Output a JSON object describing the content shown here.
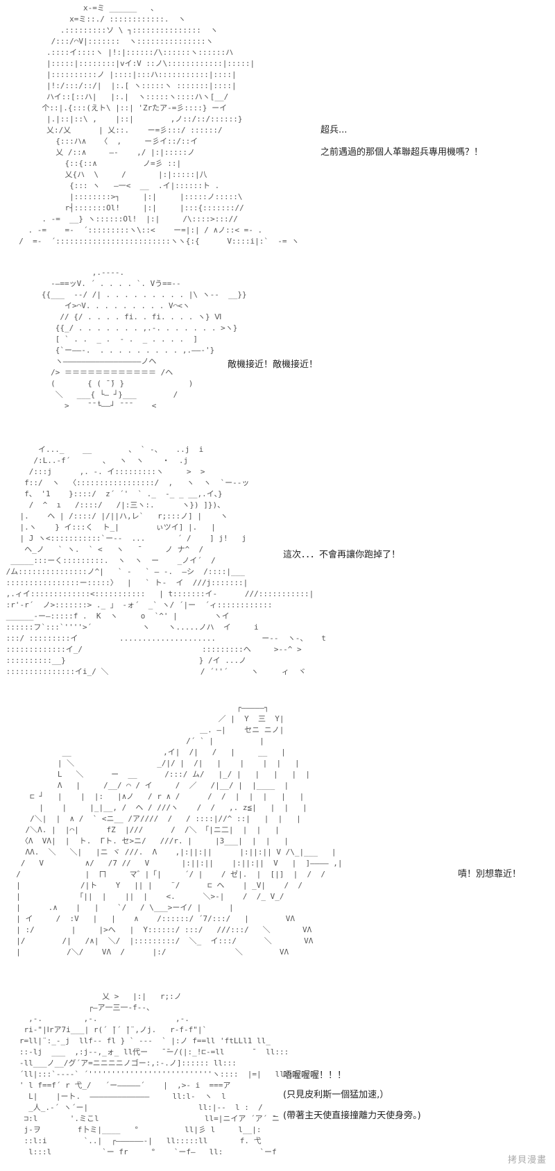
{
  "panels": [
    {
      "art": "                x-=ミ ______   、\n             x=ミ::./ ::::::::::::.  ヽ\n           .:::::::::ソ \\ ┐:::::::::::::::  ヽ\n         /:::/⌒V|:::::::  ヽ:::::::::::::::ヽ\n        .::::イ::::ヽ |!:|::::::/\\::::::ヽ::::::ハ\n        |:::::|::::::::|vイ:V ::ノ\\::::::::::::|:::::|\n        |::::::::::ノ |::::|:::ハ:::::::::::|::::|\n        |!:/:::/::/|  |:.[ ヽ:::::ヽ :::::::|::::|\n        ハイ::[::ハ|   |:.|  ヽ:::::ヽ::::ハヽ[__/\n       个::|.{:::(えト\\ |::| 'Zrたア-=彡::::} ーイ\n        |.|::|::\\ ,    |::|        ,ノ::/::/::::::}\n        乂:/乂      | 乂::.    ー=彡:::/ ::::::/\n          {:::ハ∧   〈  ,     ー彡イ::/::イ\n          乂 /::∧     ―-    ,/ |:|:::::ノ\n            {::{::∧          ノ=彡 ::|\n            乂{ハ  \\     /       |:|:::::|八\n             {::: ヽ   ―一<  __  .イ|::::::ト .\n             |::::::::>┐     |:|     |:::::ノ:::::\\\n            r┤:::::::Ol!     |:|     |:::{::::::://\n       . -=  __} ヽ::::::Ol!  |:|     /\\::::>::://\n    . -=    =-  ´:::::::::ヽ\\::<    ー=|:| / ∧ノ::< =- .\n  /  =-  ´:::::::::::::::::::::::::ヽヽ{:{      V::::i|:`  -= ヽ",
      "captions": [
        "超兵...",
        "之前遇過的那個人革聯超兵專用機嗎？！"
      ]
    },
    {
      "art": "              ,.----.\n     -―==ッV. ´ . . . . `. Vう==--\n   {{___  --/ /| . . . . . . . . . |\\ ヽ--  __}}\n        イ>⌒V. . . . . . . . . V⌒<ヽ\n       // {/ . . . . fi. . fi. . . . ヽ} Ⅵ\n      {{_/ . . . . . . . ,.-. . . . . . . >ヽ}\n      [ ` . .  _ .  - .  _ . . . .  ]\n      {`ー――-.  . . . . . . . . . ,.――-'}\n      ヽ―――――――――――――――――ノヘ\n     /> ＝＝＝＝＝＝＝＝＝＝＝＝ /ヘ\n     (       { ( ̄ ̄) }              )\n      ＼   ___{ └― ┘}___        /\n        >    ̄ ̄ ̄└――┘ ̄ ̄ ̄     <",
      "captions": [
        "敵機接近！敵機接近！"
      ]
    },
    {
      "art": "        イ..._    __        、 ` -、   ..j  i\n       /:L..-f´       、  ヽ  ヽ    ・  .j\n      /:::j      ,. -. イ:::::::::ヽ     >  >\n     f::/  ヽ  〈:::::::::::::::::/  ,   ヽ  ヽ  `ー--ッ\n     f、 '1    }::::/  z´ ´'  ` ._  -_ _ __,.イ、}\n      /  ^  ı   /::::/   /|:三ヽ:.      ヽ}) ]})、\n    |.    ヘ | /::::/ |/||ハ,レ`   r;:::ノ] |    ヽ\n    |.ヽ    } イ:::く  ト_|        ぃツイ] |.   |\n    | J ヽ<:::::::::::`ー--  ...       ´ /    ] j!   j\n     ヘ_ノ   ` ヽ.  ` <   ヽ   ̄      ノ ナ^  /\n  _____:::ーく:::::::::.  ヽ  ヽ  ー    _ノイ´  /\n /ム:::::::::::::::ノ^|   ` -   ` ― -.  ―シ  /::::|___\n ::::::::::::::::ー:::::〉  |   ` ト-  イ  ///j:::::::|\n ,.ィイ:::::::::::::<:::::::::::   | t:::::::イ-      ///:::::::::::|\n :r'-r´  ノ>:::::::> ._ 」 -ォ´  _` ヽ/ ´|ー  ´ィ::::::::::::\n ______-ー―:::::f .  K  ヽ     o  `^' |        ヽイ\n ::::::フ`:::`''''>´           ヽ    ヽ.....ノハ  イ     i\n :::/ :::::::::イ         .....................          ー--  ヽ-、   t\n :::::::::::::イ_/                          :::::::::ヘ     >--^ >\n ::::::::::__}                             } /イ ...ノ\n :::::::::::::::イi_/ ＼                    / ´''´     ヽ     ィ  ヾ",
      "captions": [
        "這次．．．不會再讓你跑掉了！"
      ]
    },
    {
      "art": "                                                  ┌―――――┐\n                                              ／ |  Y  三  Y|\n                                          ＿. ―|    セニ ニノ|\n                                       /´ ` |          |\n            __                    ,イ|  /|   /   |     __   |\n           | ＼                  _/|/ |  /|   |    |    |  |   |\n           L   ＼      ー  __      /:::/ ム/   |_/ |   |   |   |  |\n           Λ   |     /__/ ⌒ / イ     /  ／   /|__/ |  |____  |\n     ⊏ ┘   |    |  |:   |∧ノ   / r ∧ /      /  /  |  |  |   |   |\n       |    |     |_|__, /  ヘ / ///ヽ    /  /   ,. z≦|   |  |   |\n     /＼|  |  ∧ /  ` <ニ__ /ア////  /   / ::::|//^ ::|   |  |   |\n    /＼Λ. |  |⌒|      fZ  |///      /  /＼ 「|ニ二|  |  |   |\n   〈Λ  VΛ|  |  ト.  Γト. セ>ニ/   ///r. |     |3___|  |  |   |\n    ΛΛ.  ＼   ＼|   |ニ ヾ ///.  Λ    ,|:||:||      |:||:|| V /\\_|___   |\n   /   V         ∧/   /7 //   V       |:||:||    |:||:||  V   |  ]―――― ,|\n  /              |  ㄇ     マ゛|「|     ´/ |    / ゼ|.  |  [|]  |  /  /\n  |             /|ト    Y   || |    ¨/      ⊏ ヘ    | _V|    /  /\n  |            「||  |    ||  |    <.      ＼>-|    /  /_ V_/\n  |      .∧    |   |    `/   / \\___>ーイ/ |      |\n  | イ     /  :V   |   |    ∧    /::::::/ ´7/:::/   |        VΛ\n  | :/        |     |>へ   |  Y::::::/ :::/   ///:::/   ＼       VΛ\n  |/        /|   /∧|  ＼/  |:::::::::/  ＼_  イ:::/      ＼       VΛ\n  |          /＼/    VΛ  /      |:/               ＼        VΛ",
      "captions": [
        "嘖！別想靠近！"
      ]
    },
    {
      "art": "                     乂 >   |:|   r;:ノ\n                  ┌―ア一三一-f--、\n     ,-.         ,-.                 ,-.\n    ri-\"|Ⅰrア7i___| r(´ ̄|´ ̄|¨,ノj.   r-f-f\"|`\n   r=ll|¨:_-_j  llf-- fl } ` ---  ` |:ノ f==ll 'ftLLl1 ll_\n   ::-lj  ___  ,:j--,_ォ_ ll代ー   ̄ ̄ー/(|:_!⊏-=ll      ̄   ll:::\n   -ll___ノ__/グ´ア=ニニニニノゴー:,:-.ノ]:::::: ll:::\n   ´ll|:::`----` ´'''''''''''''''''''''''''''ヽ::::  |=|   ll:::\n   ' l f==f´ r 弋_/   ´ー―――――´    |  ,>- i  ===ア\n     L|    |ート.  ―――――――――――――     ll:l‐  ヽ  l\n     _人_.-´ ヽ´ー|                        ll:|--  l :  /\n    ⊐:l       '.ミこl                       ll=|ニイア ´ア´ ̄ニ\n    j-ヲ        f卜ミ|____   °          ll|彡 l     l__|:\n    ::l:i        `..|  ┌――――――-|   ll:::::ll       f. 弋\n     l:::l           `ー fr     °    `ーf―   ll:        `ーf",
      "captions": [
        "唔喔喔喔！！！",
        "(只見皮利斯一個猛加速,）",
        "(帶著主天使直接撞離力天使身旁。)"
      ]
    }
  ],
  "watermark": "拷貝漫畫"
}
